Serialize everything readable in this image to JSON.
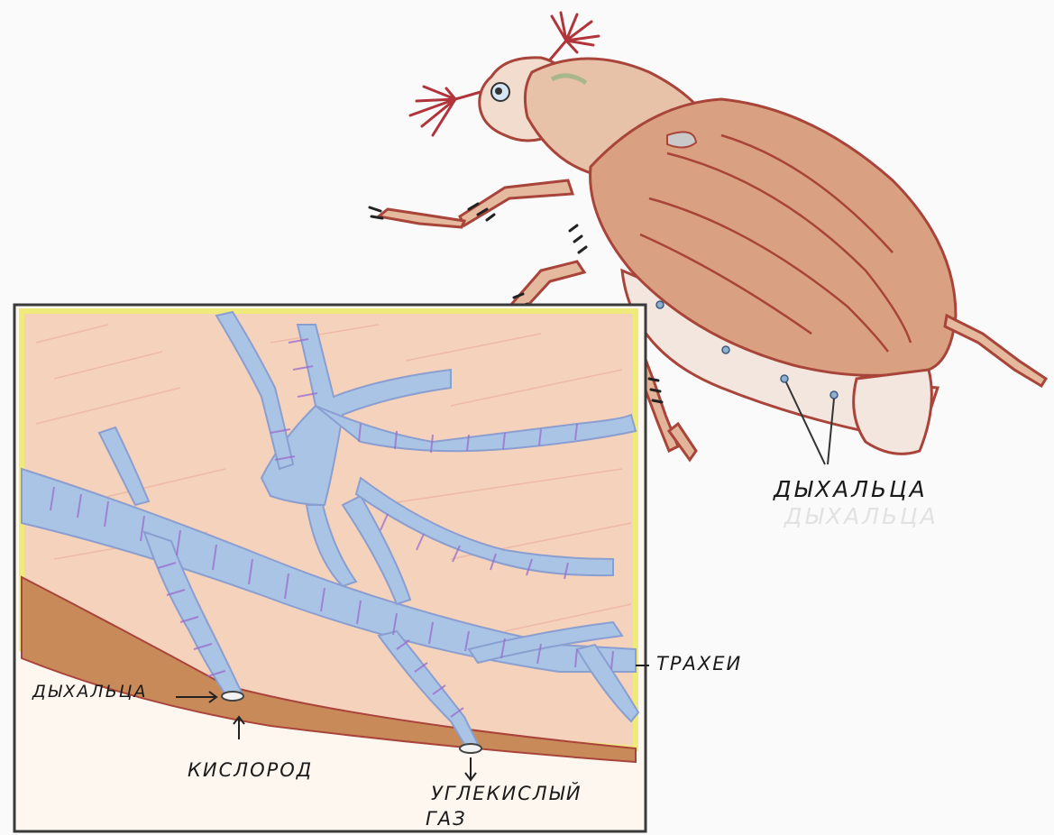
{
  "labels": {
    "spiracles_beetle": "ДЫХАЛЬЦА",
    "spiracles_ghost": "ДЫХАЛЬЦА",
    "trachea": "ТРАХЕИ",
    "spiracles_inset": "ДЫХАЛЬЦА",
    "oxygen": "КИСЛОРОД",
    "co2_line1": "УГЛЕКИСЛЫЙ",
    "co2_line2": "ГАЗ"
  },
  "colors": {
    "paper": "#fbfafa",
    "beetle_outline": "#a8443a",
    "elytra_fill": "#d9a181",
    "pronotum_fill": "#e7c2a9",
    "tissue_fill": "#f4d2bc",
    "yellow_border": "#f0ea7a",
    "trachea_fill": "#aac4e6",
    "trachea_rings": "#9a6bcc",
    "muscle_band": "#c98a5a",
    "frame": "#3a3a3a"
  },
  "icons": [
    "beetle-illustration",
    "tracheal-system-illustration",
    "arrow-icon"
  ]
}
